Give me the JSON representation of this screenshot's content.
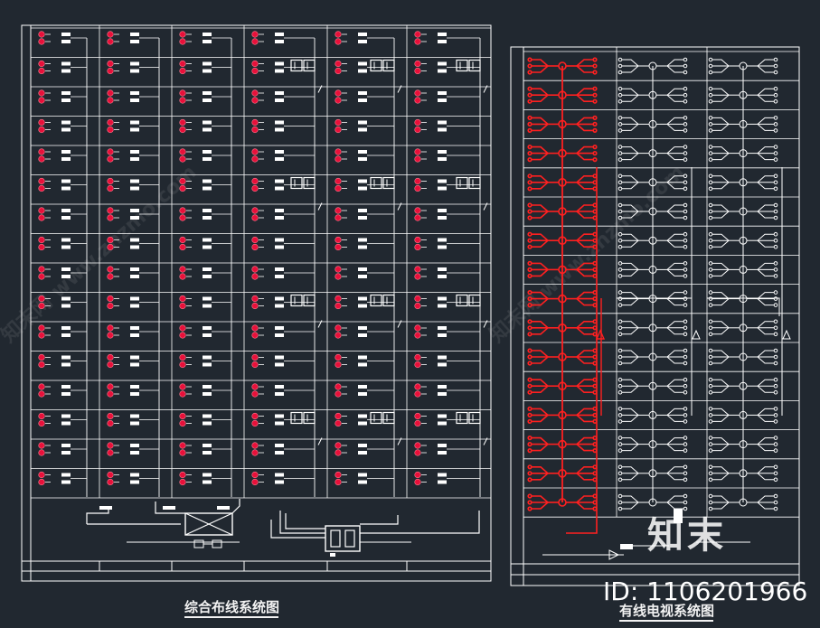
{
  "diagrams": {
    "left": {
      "title": "综合布线系统图",
      "rows": 16,
      "columns": 6,
      "splitter_rows": [
        1,
        5,
        9,
        13
      ]
    },
    "right": {
      "title": "有线电视系统图",
      "rows": 16,
      "columns": 3
    }
  },
  "watermark": {
    "logo": "知末",
    "id_text": "ID: 1106201966"
  },
  "colors": {
    "background": "#212830",
    "line": "#ffffff",
    "outlet": "#e8103a",
    "cable_red": "#ff2020"
  }
}
